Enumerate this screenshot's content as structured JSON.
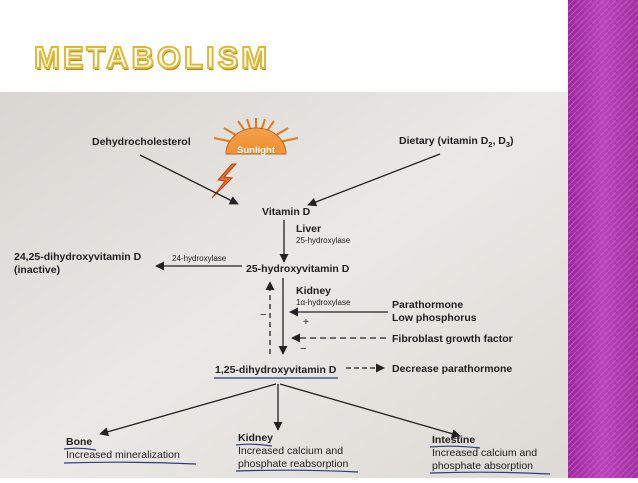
{
  "slide": {
    "title": "METABOLISM",
    "colors": {
      "accent_band": "#b63ab8",
      "title_fill": "#ffffff",
      "title_outline": "#e2b833",
      "photo_paper": "#e6e3df",
      "ink": "#202020"
    }
  },
  "diagram": {
    "sources": {
      "dehydrocholesterol": "Dehydrocholesterol",
      "sunlight": "Sunlight",
      "dietary_main": "Dietary (vitamin D",
      "dietary_sub2": "2",
      "dietary_sep": ", D",
      "dietary_sub3": "3",
      "dietary_close": ")"
    },
    "vitamin_d": "Vitamin D",
    "liver": {
      "label": "Liver",
      "enzyme": "25-hydroxylase"
    },
    "hydroxy_25": "25-hydroxyvitamin D",
    "side_branch": {
      "enzyme": "24-hydroxylase",
      "product_line1": "24,25-dihydroxyvitamin D",
      "product_line2": "(inactive)"
    },
    "kidney_step": {
      "label": "Kidney",
      "enzyme": "1α-hydroxylase"
    },
    "regulators": {
      "parathormone": "Parathormone",
      "low_phosphorus": "Low phosphorus",
      "fgf": "Fibroblast growth factor",
      "plus": "+",
      "minus": "−"
    },
    "active_form": "1,25-dihydroxyvitamin D",
    "feedback": "Decrease parathormone",
    "targets": [
      {
        "organ": "Bone",
        "effect_line1": "Increased mineralization",
        "effect_line2": ""
      },
      {
        "organ": "Kidney",
        "effect_line1": "Increased calcium and",
        "effect_line2": "phosphate reabsorption"
      },
      {
        "organ": "Intestine",
        "effect_line1": "Increased calcium and",
        "effect_line2": "phosphate absorption"
      }
    ]
  }
}
